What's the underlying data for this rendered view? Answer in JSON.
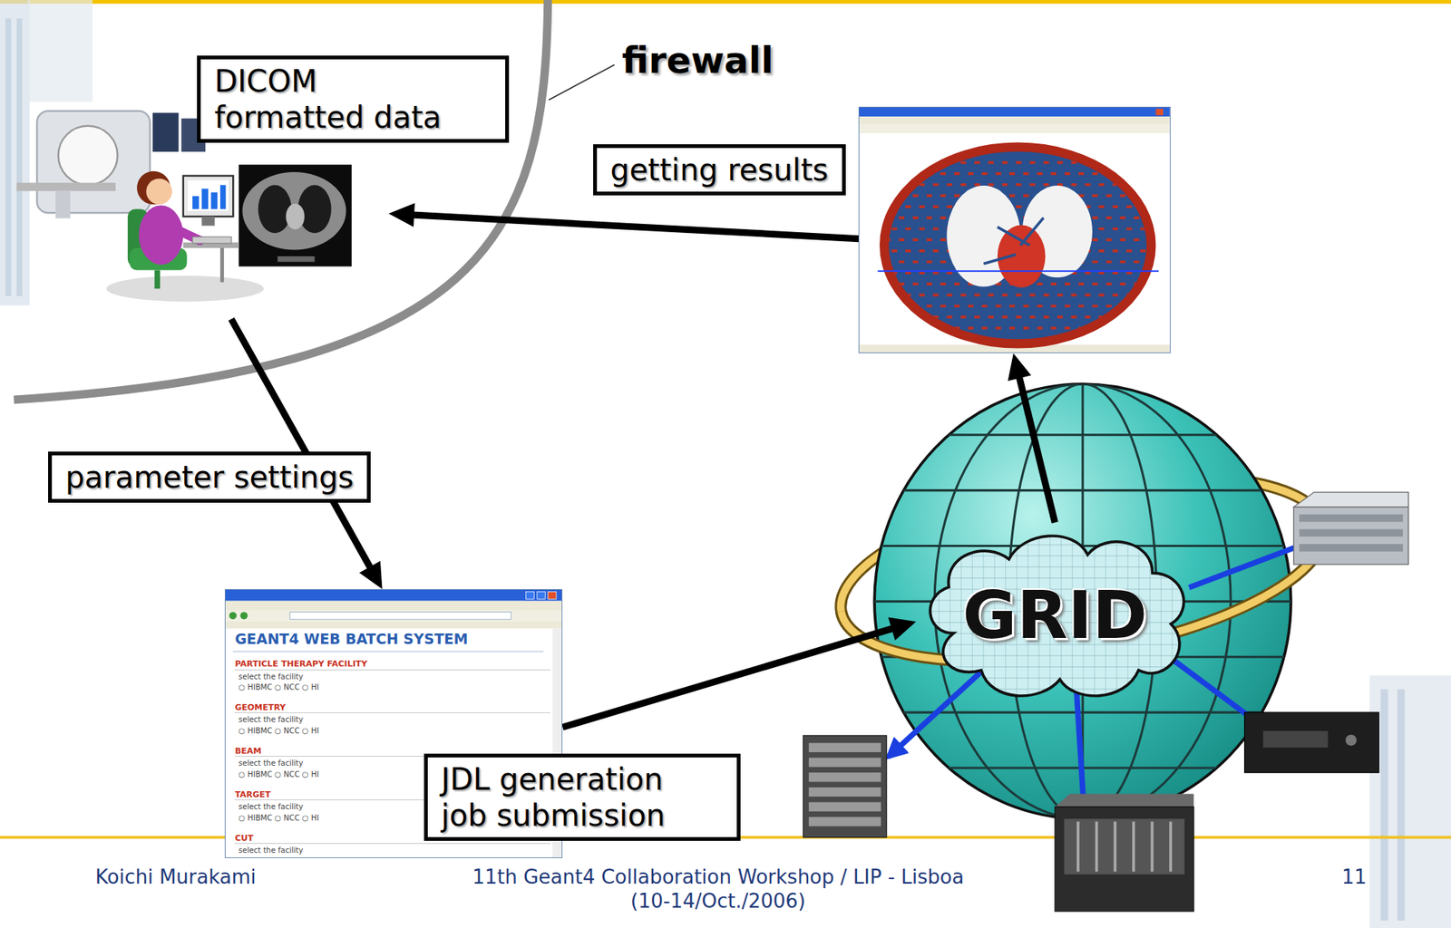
{
  "diagram": {
    "nodes": [
      {
        "text": [
          "DICOM formatted data"
        ]
      },
      {
        "text": [
          "getting results"
        ]
      },
      {
        "text": [
          "GEANT4 WEB BATCH SYSTEM",
          "PARTICLE THERAPY FACILITY",
          "select the facility",
          "○ HIBMC ○ NCC ○ HI",
          "GEOMETRY",
          "select the facility",
          "○ HIBMC ○ NCC ○ HI",
          "BEAM",
          "select the facility",
          "○ HIBMC ○ NCC ○ HI",
          "TARGET",
          "select the facility",
          "○ HIBMC ○ NCC ○ HI",
          "CUT",
          "select the facility"
        ]
      },
      {
        "text": [
          "GRID"
        ]
      }
    ],
    "edges": [
      {
        "from": 0,
        "to": 2,
        "arrow": "to",
        "label": "parameter settings"
      },
      {
        "from": 2,
        "to": 3,
        "arrow": "to",
        "label": "JDL generation job submission"
      },
      {
        "from": 3,
        "to": 1,
        "arrow": "to"
      },
      {
        "from": 1,
        "to": 0,
        "arrow": "to"
      }
    ],
    "labels": [
      "firewall",
      "Koichi Murakami",
      "11th Geant4 Collaboration Workshop / LIP - Lisboa",
      "(10-14/Oct./2006)",
      "11"
    ]
  }
}
